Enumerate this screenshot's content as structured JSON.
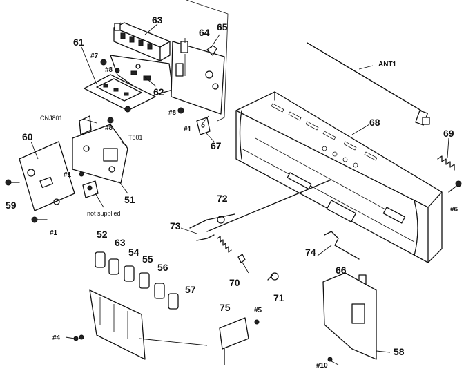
{
  "labels": {
    "l63a": "63",
    "l64": "64",
    "l65": "65",
    "l61": "61",
    "l62": "62",
    "l7": "#7",
    "l8a": "#8",
    "l8b": "#8",
    "l8c": "#8",
    "cnj801": "CNJ801",
    "t801": "T801",
    "l60": "60",
    "l59": "59",
    "l1a": "#1",
    "l1b": "#1",
    "l1c": "#1",
    "l51": "51",
    "not_supplied": "not supplied",
    "l67a": "67",
    "ant1": "ANT1",
    "l68": "68",
    "l69": "69",
    "l6": "#6",
    "l72": "72",
    "l73": "73",
    "l52": "52",
    "l63b": "63",
    "l54": "54",
    "l55": "55",
    "l56": "56",
    "l57": "57",
    "l70": "70",
    "l71": "71",
    "l74": "74",
    "l66": "66",
    "l75": "75",
    "l5": "#5",
    "l4": "#4",
    "l58": "58",
    "l10": "#10"
  }
}
